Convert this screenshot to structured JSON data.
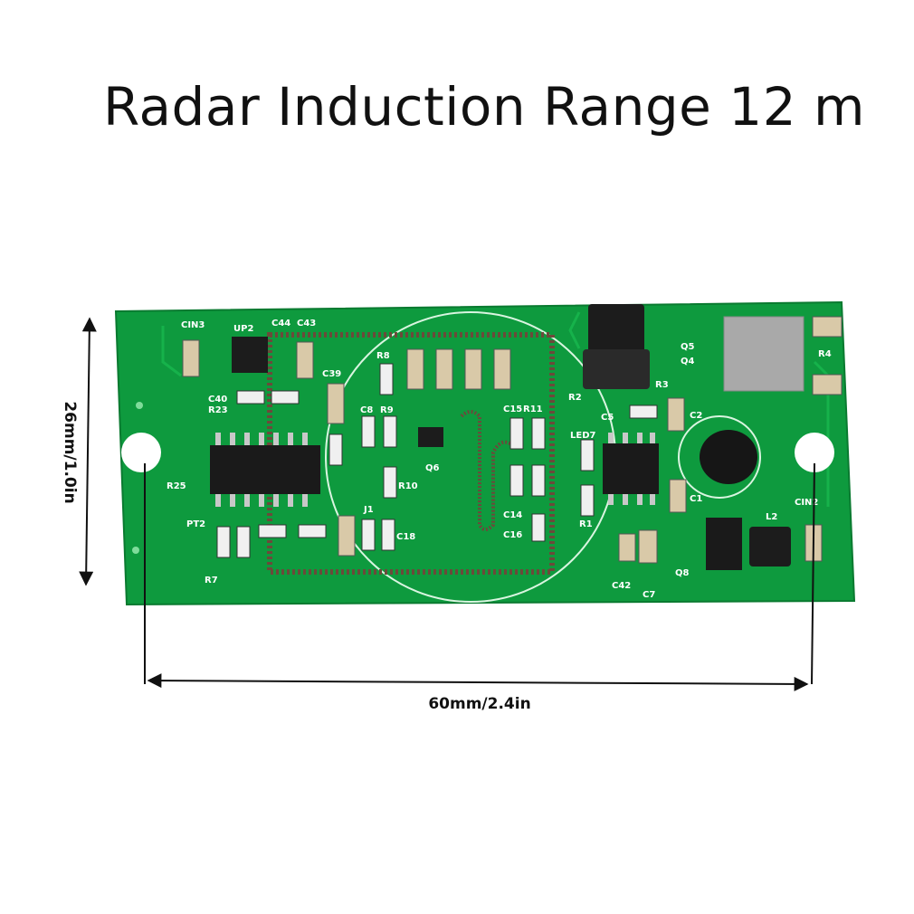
{
  "headline": "Radar Induction Range 12 m",
  "dimensions": {
    "length": "60mm/2.4in",
    "width": "26mm/1.0in"
  },
  "board": {
    "color": "#0e9a3e",
    "silkscreen_labels": [
      "CIN3",
      "UP2",
      "C44",
      "C43",
      "C40",
      "R23",
      "C39",
      "R8",
      "C8",
      "R9",
      "C15",
      "R11",
      "Q6",
      "R25",
      "R10",
      "PT2",
      "R7",
      "C18",
      "C14",
      "C16",
      "LED7",
      "R1",
      "R2",
      "R3",
      "C5",
      "Q5",
      "Q4",
      "R4",
      "C2",
      "C1",
      "CIN2",
      "L2",
      "Q8",
      "C42",
      "C7",
      "J1"
    ]
  }
}
